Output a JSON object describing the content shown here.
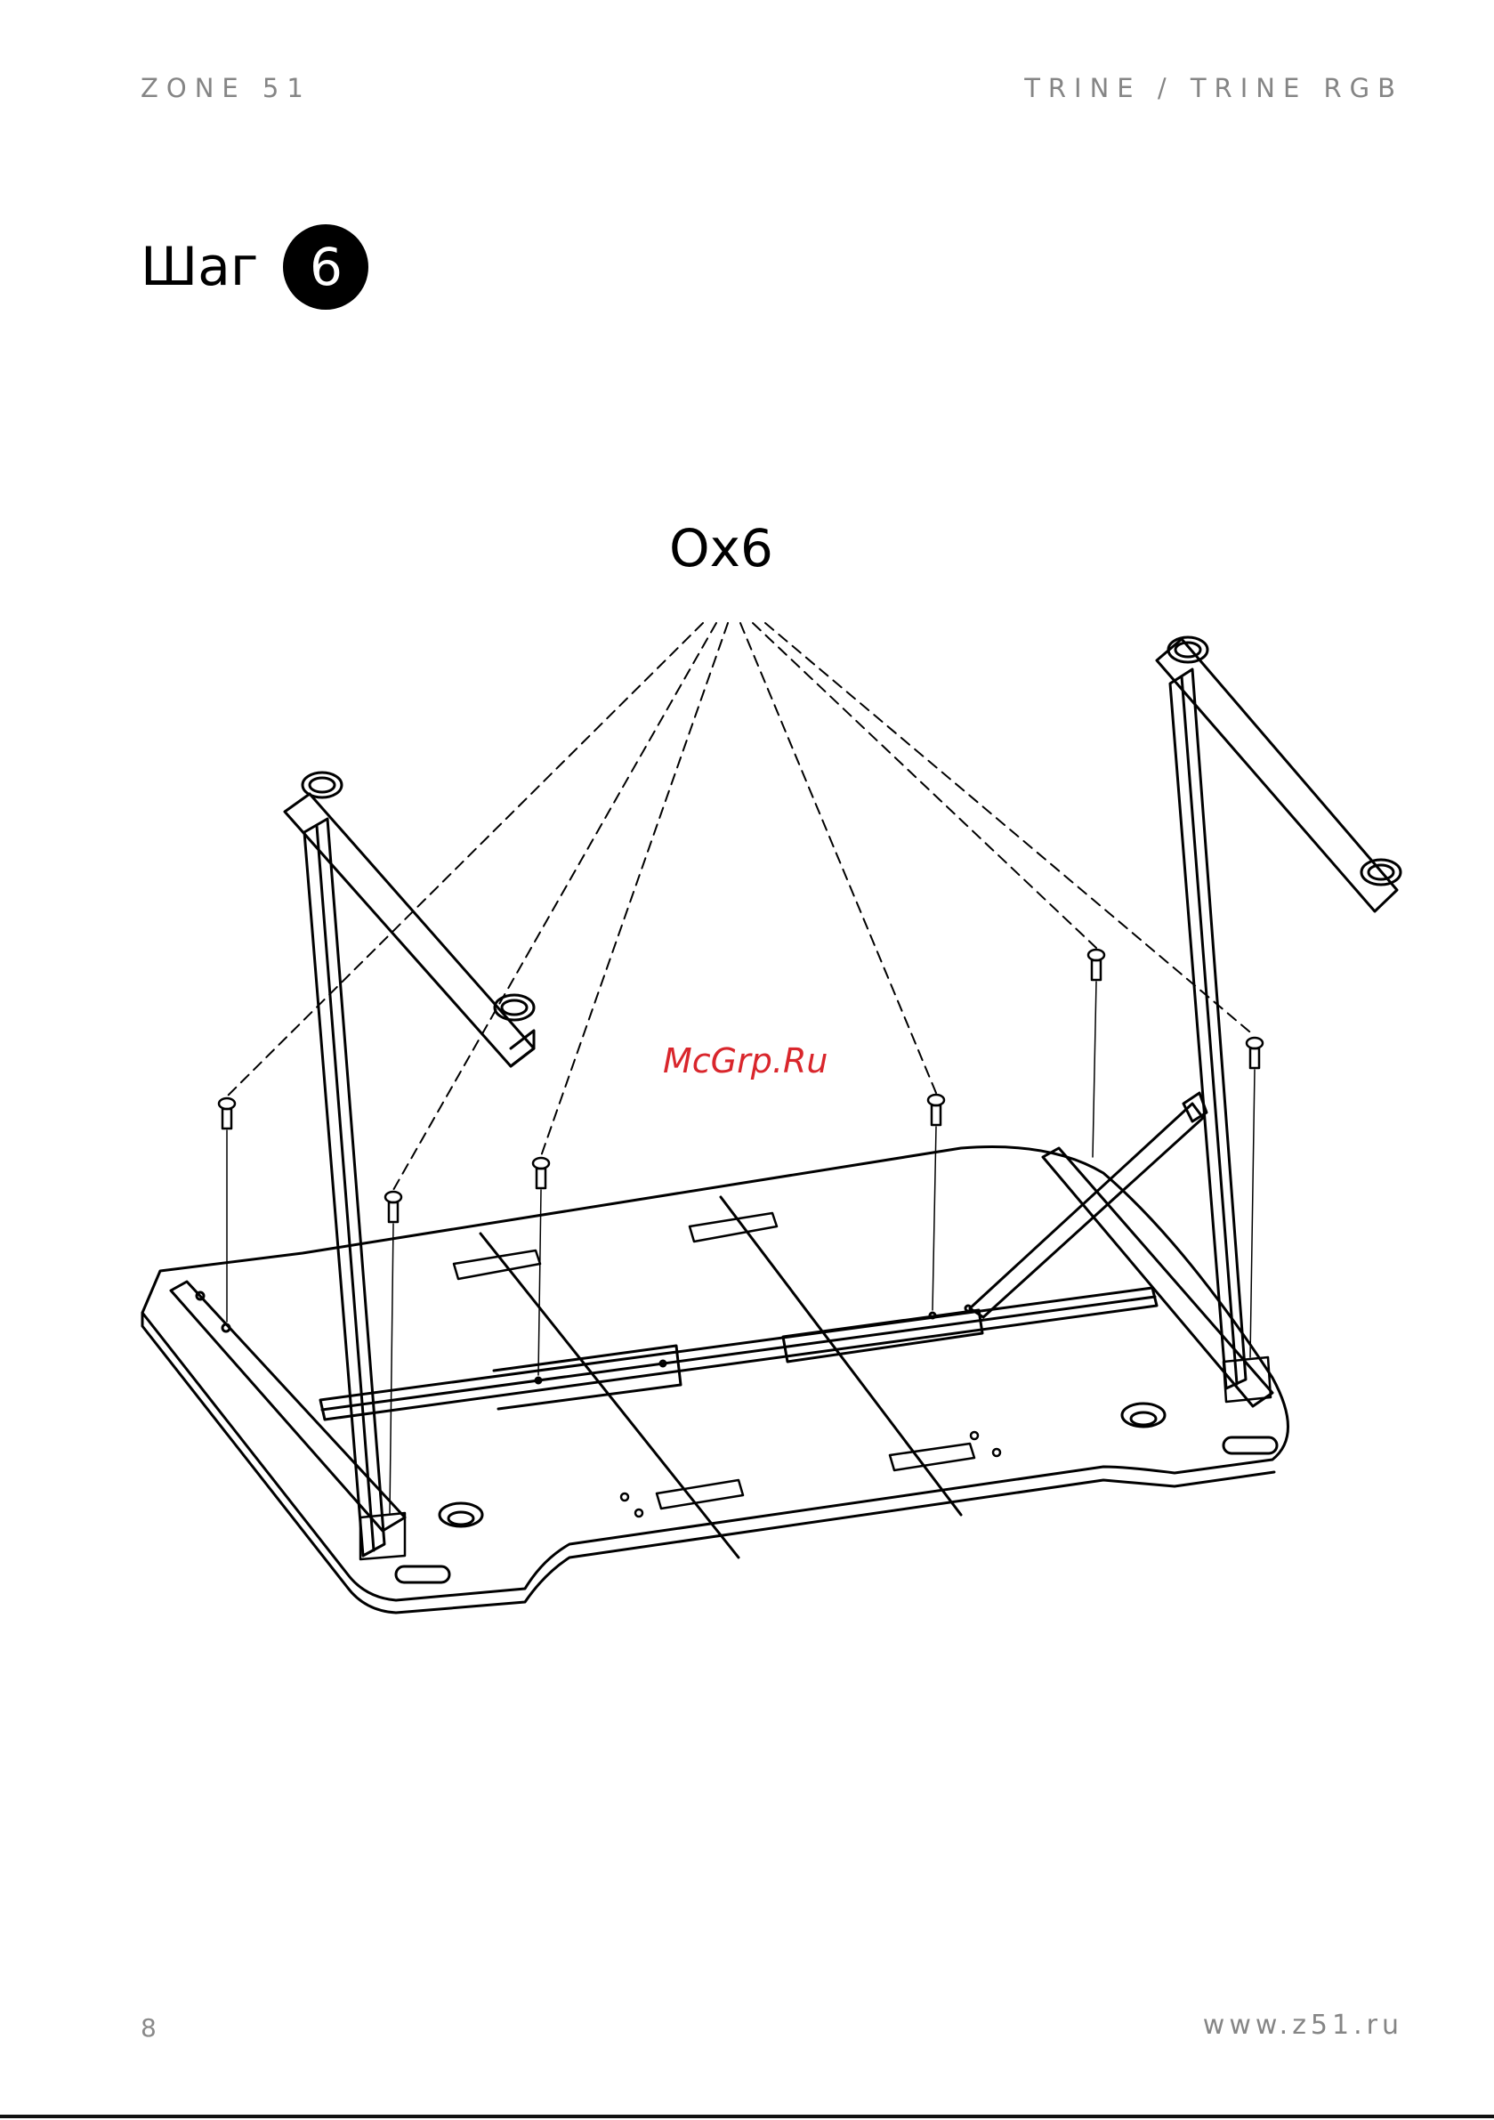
{
  "header": {
    "brand": "ZONE 51",
    "model": "TRINE / TRINE RGB"
  },
  "step": {
    "label": "Шаг",
    "number": "6"
  },
  "parts": {
    "quantity_label": "Ox6"
  },
  "watermark": "McGrp.Ru",
  "footer": {
    "page_number": "8",
    "website": "www.z51.ru"
  },
  "colors": {
    "brand_grey": "#858585",
    "watermark_red": "#d9262c"
  }
}
